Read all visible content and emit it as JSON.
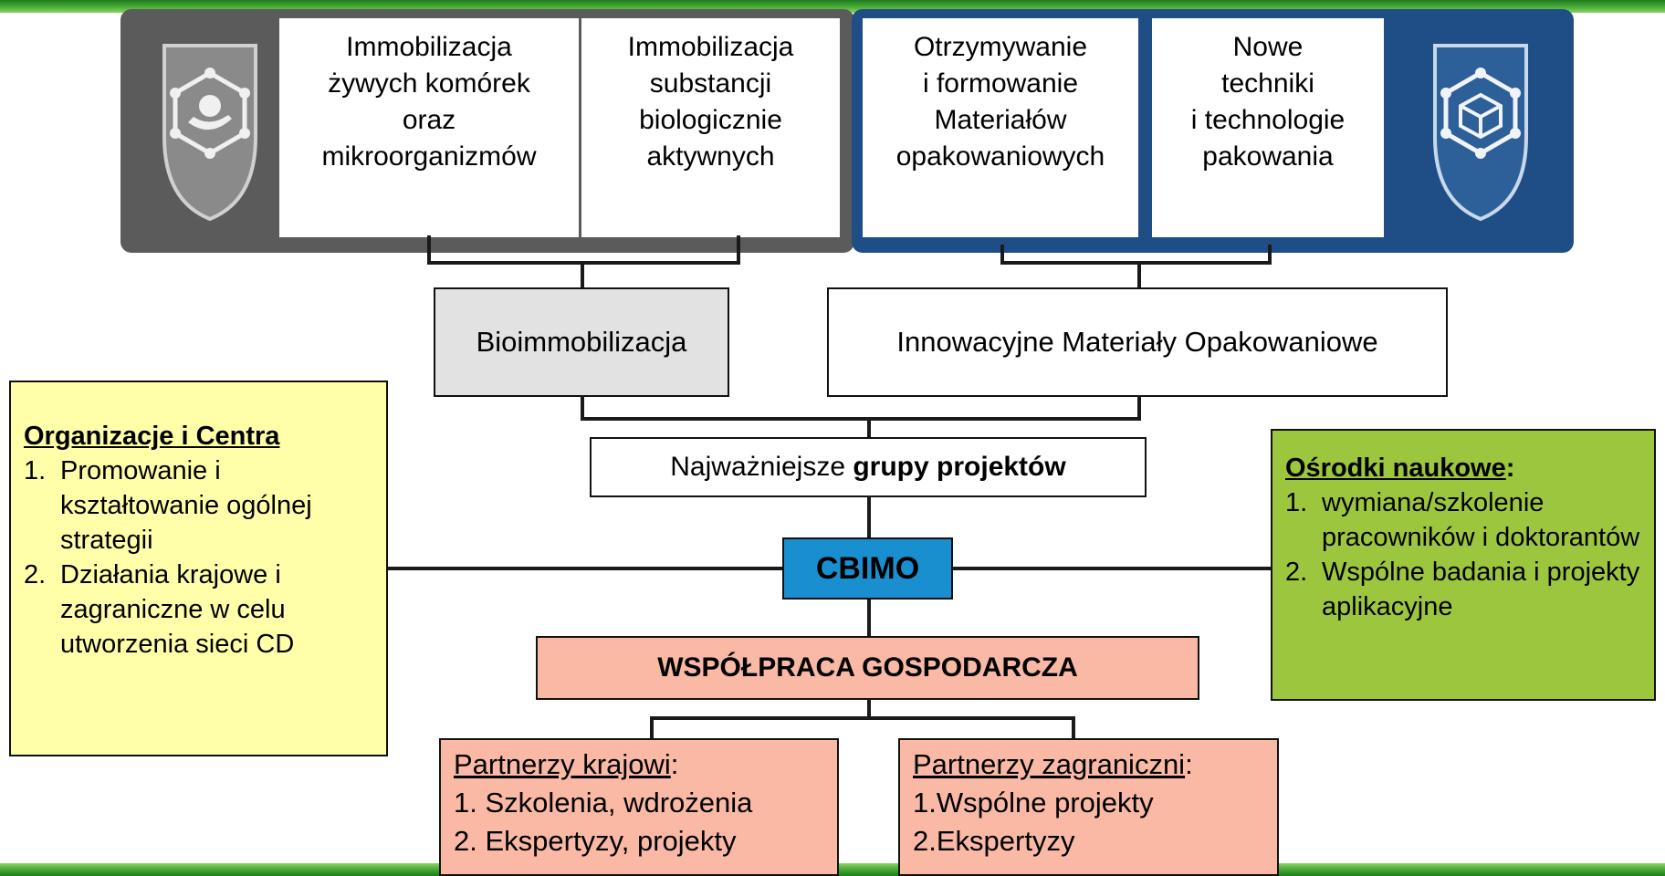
{
  "top_boxes": {
    "bio_cells": "Immobilizacja\nżywych komórek\noraz\nmikroorganizmów",
    "bio_substances": "Immobilizacja\nsubstancji\nbiologicznie\naktywnych",
    "pack_materials": "Otrzymywanie\ni formowanie\nMateriałów\nopakowaniowych",
    "pack_tech": "Nowe\ntechniki\ni technologie\npakowania"
  },
  "logos": {
    "left_icon": "hand-hexagon-shield-icon",
    "right_icon": "cube-hexagon-shield-icon"
  },
  "groups": {
    "bioimmobilization": "Bioimmobilizacja",
    "packaging": "Innowacyjne Materiały Opakowaniowe"
  },
  "projects": {
    "prefix": "Najważniejsze ",
    "bold": "grupy projektów"
  },
  "center": {
    "label": "CBIMO"
  },
  "cooperation": {
    "label": "WSPÓŁPRACA GOSPODARCZA"
  },
  "organizations": {
    "title": "Organizacje i Centra",
    "items": [
      {
        "num": "1.",
        "text": "Promowanie i kształtowanie ogólnej strategii"
      },
      {
        "num": "2.",
        "text": "Działania krajowe i zagraniczne w celu utworzenia sieci CD"
      }
    ]
  },
  "research": {
    "title": "Ośrodki naukowe",
    "title_suffix": ":",
    "items": [
      {
        "num": "1.",
        "text": "wymiana/szkolenie pracowników i doktorantów"
      },
      {
        "num": "2.",
        "text": "Wspólne badania i projekty aplikacyjne"
      }
    ]
  },
  "partners_domestic": {
    "title": "Partnerzy krajowi",
    "title_suffix": ":",
    "items": [
      "1. Szkolenia, wdrożenia",
      "2. Ekspertyzy, projekty"
    ]
  },
  "partners_foreign": {
    "title": "Partnerzy zagraniczni",
    "title_suffix": ":",
    "items": [
      "1.Wspólne projekty",
      "2.Ekspertyzy"
    ]
  },
  "colors": {
    "gray_panel": "#5b5b5b",
    "blue_panel": "#1f4e86",
    "bio_group_fill": "#e2e2e2",
    "cbimo_fill": "#1a8fd0",
    "cooperation_fill": "#f9b9a5",
    "organizations_fill": "#ffffaa",
    "research_fill": "#9dc63f"
  }
}
